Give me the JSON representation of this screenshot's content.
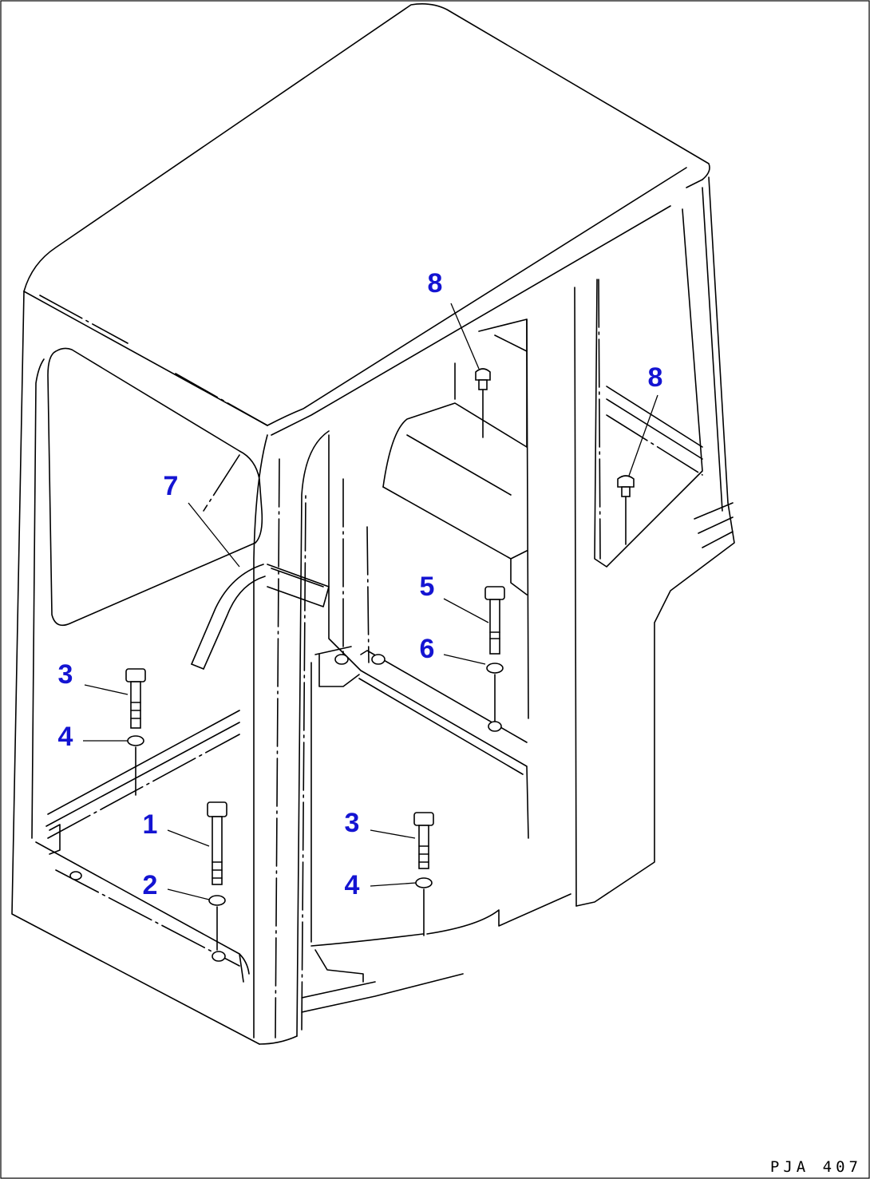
{
  "diagram": {
    "colors": {
      "callout": "#1414d2",
      "line": "#000000",
      "background": "#ffffff"
    },
    "callouts": [
      {
        "id": "c8a",
        "label": "8"
      },
      {
        "id": "c8b",
        "label": "8"
      },
      {
        "id": "c7",
        "label": "7"
      },
      {
        "id": "c5",
        "label": "5"
      },
      {
        "id": "c6",
        "label": "6"
      },
      {
        "id": "c3a",
        "label": "3"
      },
      {
        "id": "c4a",
        "label": "4"
      },
      {
        "id": "c1",
        "label": "1"
      },
      {
        "id": "c2",
        "label": "2"
      },
      {
        "id": "c3b",
        "label": "3"
      },
      {
        "id": "c4b",
        "label": "4"
      }
    ],
    "drawing_code": "PJA 407"
  }
}
